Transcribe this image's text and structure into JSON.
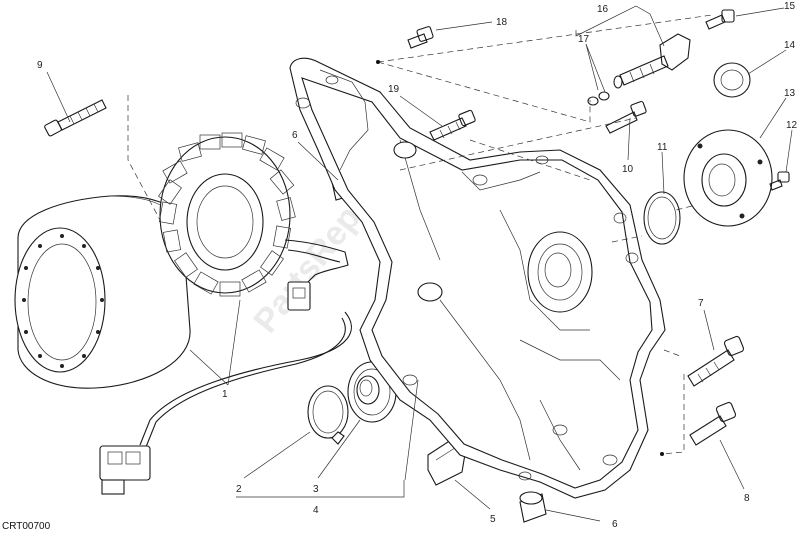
{
  "diagram_code": "CRT00700",
  "watermark": "PartsRepublik",
  "callouts": [
    {
      "id": "c1",
      "label": "1"
    },
    {
      "id": "c2",
      "label": "2"
    },
    {
      "id": "c3",
      "label": "3"
    },
    {
      "id": "c4",
      "label": "4"
    },
    {
      "id": "c5",
      "label": "5"
    },
    {
      "id": "c6a",
      "label": "6"
    },
    {
      "id": "c6b",
      "label": "6"
    },
    {
      "id": "c7",
      "label": "7"
    },
    {
      "id": "c8",
      "label": "8"
    },
    {
      "id": "c9",
      "label": "9"
    },
    {
      "id": "c10",
      "label": "10"
    },
    {
      "id": "c11",
      "label": "11"
    },
    {
      "id": "c12",
      "label": "12"
    },
    {
      "id": "c13",
      "label": "13"
    },
    {
      "id": "c14",
      "label": "14"
    },
    {
      "id": "c15",
      "label": "15"
    },
    {
      "id": "c16",
      "label": "16"
    },
    {
      "id": "c17",
      "label": "17"
    },
    {
      "id": "c18",
      "label": "18"
    },
    {
      "id": "c19",
      "label": "19"
    }
  ]
}
